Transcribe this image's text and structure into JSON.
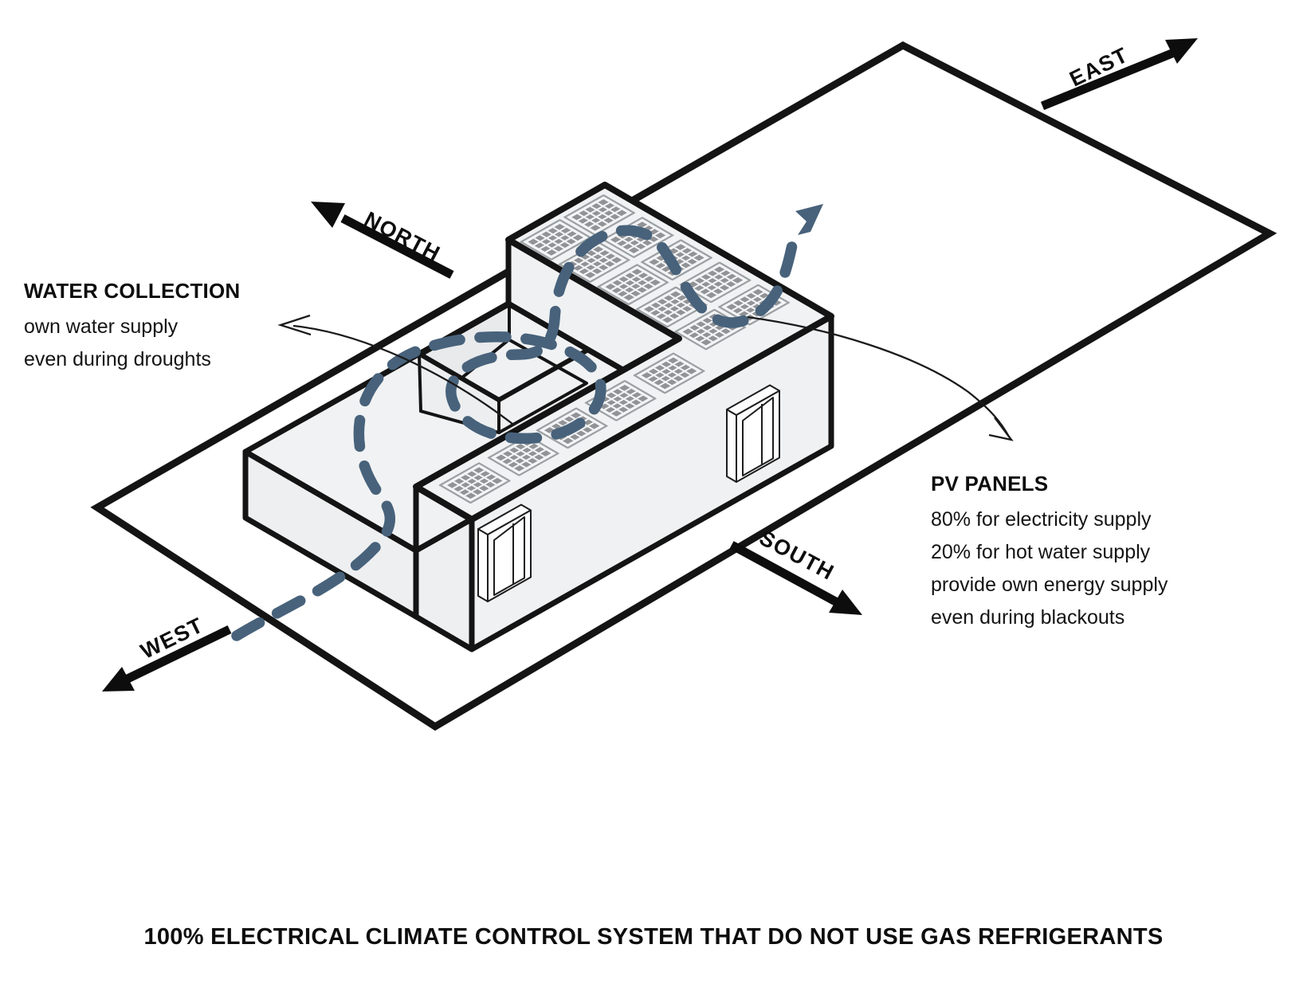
{
  "diagram": {
    "compass": {
      "north": "NORTH",
      "east": "EAST",
      "south": "SOUTH",
      "west": "WEST"
    },
    "water_label": {
      "title": "WATER COLLECTION",
      "line1": "own water supply",
      "line2": "even during droughts"
    },
    "pv_label": {
      "title": "PV PANELS",
      "line1": "80% for electricity supply",
      "line2": "20% for hot water supply",
      "line3": "provide own energy supply",
      "line4": "even during blackouts"
    },
    "caption": "100% ELECTRICAL CLIMATE CONTROL SYSTEM THAT DO NOT USE GAS REFRIGERANTS",
    "colors": {
      "flow": "#48627B",
      "water": "#C9EBE7",
      "outline": "#161616",
      "panel_cell": "#919396",
      "face_light": "#F1F2F3",
      "face_mid": "#EDEFF0"
    }
  }
}
